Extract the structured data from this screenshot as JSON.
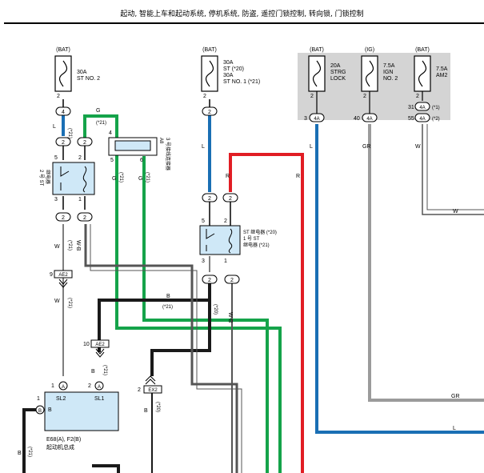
{
  "header": {
    "title": "起动, 智能上车和起动系统, 停机系统, 防盗, 遥控门锁控制, 转向锁, 门锁控制"
  },
  "colors": {
    "blue": "#1a6fb4",
    "green": "#15a34a",
    "red": "#e11d24",
    "gray": "#9b9b9b",
    "black": "#1a1a1a",
    "relay_fill": "#cfe8f7",
    "panel_fill": "#d4d4d4",
    "ecu_fill": "#cfe8f7"
  },
  "labels": {
    "bat": "(BAT)",
    "ig": "(IG)",
    "fuse1": [
      "30A",
      "ST NO. 2"
    ],
    "fuse2": [
      "30A",
      "ST (*20)",
      "30A",
      "ST NO. 1 (*21)"
    ],
    "fuse3": [
      "20A",
      "STRG",
      "LOCK"
    ],
    "fuse4": [
      "7.5A",
      "IGN",
      "NO. 2"
    ],
    "fuse5": [
      "7.5A",
      "AM2"
    ],
    "n2": "2",
    "n3": "3",
    "n4": "4",
    "n5": "5",
    "n1": "1",
    "n6": "6",
    "n9": "9",
    "n10": "10",
    "n31": "31",
    "n40": "40",
    "n55": "55",
    "c4": "4",
    "c4A": "4A",
    "c2": "2",
    "cA": "A",
    "cB": "B",
    "note21": "(*21)",
    "note20": "(*20)",
    "note1": "(*1)",
    "note2": "(*2)",
    "wL": "L",
    "wG": "G",
    "wR": "R",
    "wW": "W",
    "wWB": "W-B",
    "wB": "B",
    "wGR": "GR",
    "relay1": [
      "2 号 ST",
      "继电器"
    ],
    "relay2": [
      "ST 继电器 (*20)",
      "1 号 ST",
      "继电器 (*21)"
    ],
    "connA8": [
      "A8",
      "3 号接线连接器"
    ],
    "ae2": "AE2",
    "ex2": "EX2",
    "sl2": "SL2",
    "sl1": "SL1",
    "ecu": [
      "E68(A), F2(B)",
      "起动机总成"
    ]
  }
}
